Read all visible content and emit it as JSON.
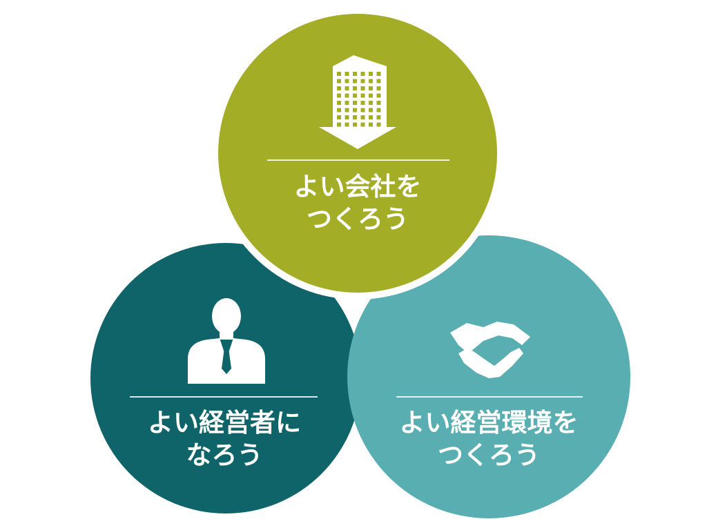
{
  "colors": {
    "background": "#ffffff",
    "company": "#a4ad26",
    "manager": "#0e6468",
    "environment": "#58aeb0",
    "text": "#ffffff"
  },
  "circles": {
    "company": {
      "icon": "office-building-icon",
      "line1": "よい会社を",
      "line2": "つくろう"
    },
    "manager": {
      "icon": "businessman-icon",
      "line1": "よい経営者に",
      "line2": "なろう"
    },
    "environment": {
      "icon": "handshake-icon",
      "line1": "よい経営環境を",
      "line2": "つくろう"
    }
  }
}
